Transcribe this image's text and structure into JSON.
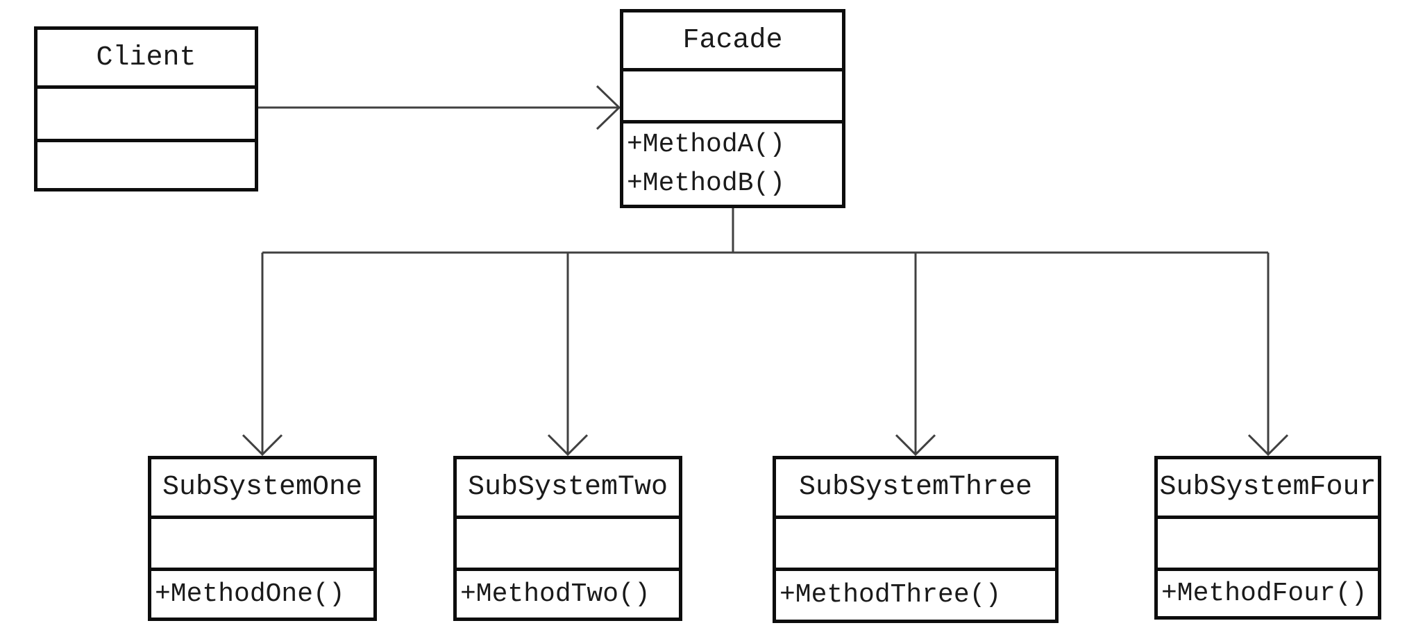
{
  "diagram": {
    "type": "uml-class-diagram",
    "classes": [
      {
        "id": "client",
        "name": "Client",
        "methods": []
      },
      {
        "id": "facade",
        "name": "Facade",
        "methods": [
          "+MethodA()",
          "+MethodB()"
        ]
      },
      {
        "id": "subsystem-one",
        "name": "SubSystemOne",
        "methods": [
          "+MethodOne()"
        ]
      },
      {
        "id": "subsystem-two",
        "name": "SubSystemTwo",
        "methods": [
          "+MethodTwo()"
        ]
      },
      {
        "id": "subsystem-three",
        "name": "SubSystemThree",
        "methods": [
          "+MethodThree()"
        ]
      },
      {
        "id": "subsystem-four",
        "name": "SubSystemFour",
        "methods": [
          "+MethodFour()"
        ]
      }
    ],
    "relations": [
      {
        "from": "Client",
        "to": "Facade",
        "type": "dependency-arrow"
      },
      {
        "from": "Facade",
        "to": "SubSystemOne",
        "type": "dependency-arrow"
      },
      {
        "from": "Facade",
        "to": "SubSystemTwo",
        "type": "dependency-arrow"
      },
      {
        "from": "Facade",
        "to": "SubSystemThree",
        "type": "dependency-arrow"
      },
      {
        "from": "Facade",
        "to": "SubSystemFour",
        "type": "dependency-arrow"
      }
    ],
    "colors": {
      "background": "#ffffff",
      "box_border": "#0d0d0d",
      "connector": "#404040",
      "text": "#1a1a1a"
    }
  }
}
